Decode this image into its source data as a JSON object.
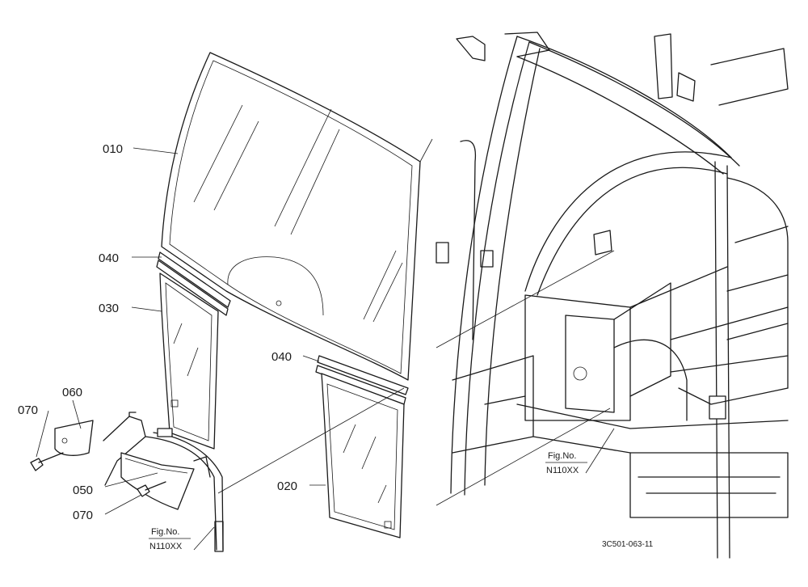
{
  "part_labels": {
    "p010": "010",
    "p040a": "040",
    "p030": "030",
    "p060": "060",
    "p070a": "070",
    "p050": "050",
    "p070b": "070",
    "p040b": "040",
    "p020": "020"
  },
  "fig_refs": {
    "left": {
      "line1": "Fig.No.",
      "line2": "N110XX"
    },
    "right": {
      "line1": "Fig.No.",
      "line2": "N110XX"
    }
  },
  "drawing_code": "3C501-063-11"
}
